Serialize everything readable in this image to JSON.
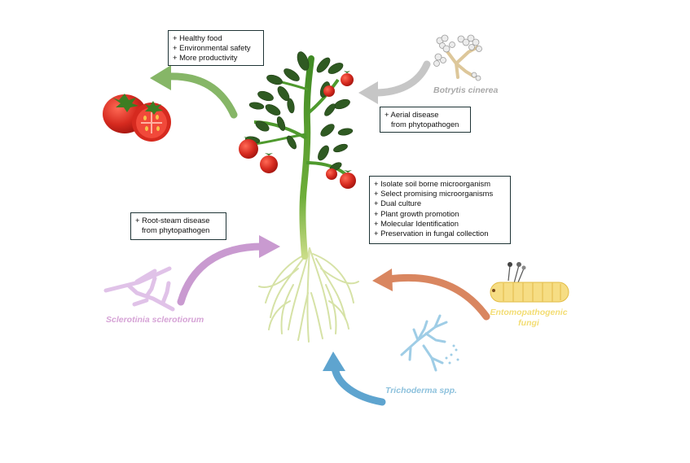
{
  "boxes": {
    "benefits": {
      "lines": [
        "+ Healthy food",
        "+ Environmental safety",
        "+ More productivity"
      ]
    },
    "aerial": {
      "lines": [
        "+ Aerial disease",
        "from phytopathogen"
      ]
    },
    "methods": {
      "lines": [
        "+ Isolate soil borne microorganism",
        "+ Select promising microorganisms",
        "+ Dual culture",
        "+ Plant growth promotion",
        "+ Molecular Identification",
        "+ Preservation in fungal collection"
      ]
    },
    "root": {
      "lines": [
        "+ Root-steam disease",
        "from phytopathogen"
      ]
    }
  },
  "organisms": {
    "botrytis": {
      "name": "Botrytis cinerea",
      "color": "#a9a9a9"
    },
    "sclerotinia": {
      "name": "Sclerotinia sclerotiorum",
      "color": "#d6a3d6"
    },
    "trichoderma": {
      "name": "Trichoderma spp.",
      "color": "#8ec2dd"
    },
    "entomo": {
      "name_line1": "Entomopathogenic",
      "name_line2": "fungi",
      "color": "#f3dd74"
    }
  },
  "colors": {
    "arrow_benefits": "#86b667",
    "arrow_aerial": "#c6c6c6",
    "arrow_root": "#c99ad0",
    "arrow_entomo": "#d98660",
    "arrow_trichoderma": "#5ea4cf",
    "box_border": "#1f3436",
    "stem": "#4f9a2e",
    "leaf": "#2f5a22",
    "tomato": "#d62a1f"
  }
}
